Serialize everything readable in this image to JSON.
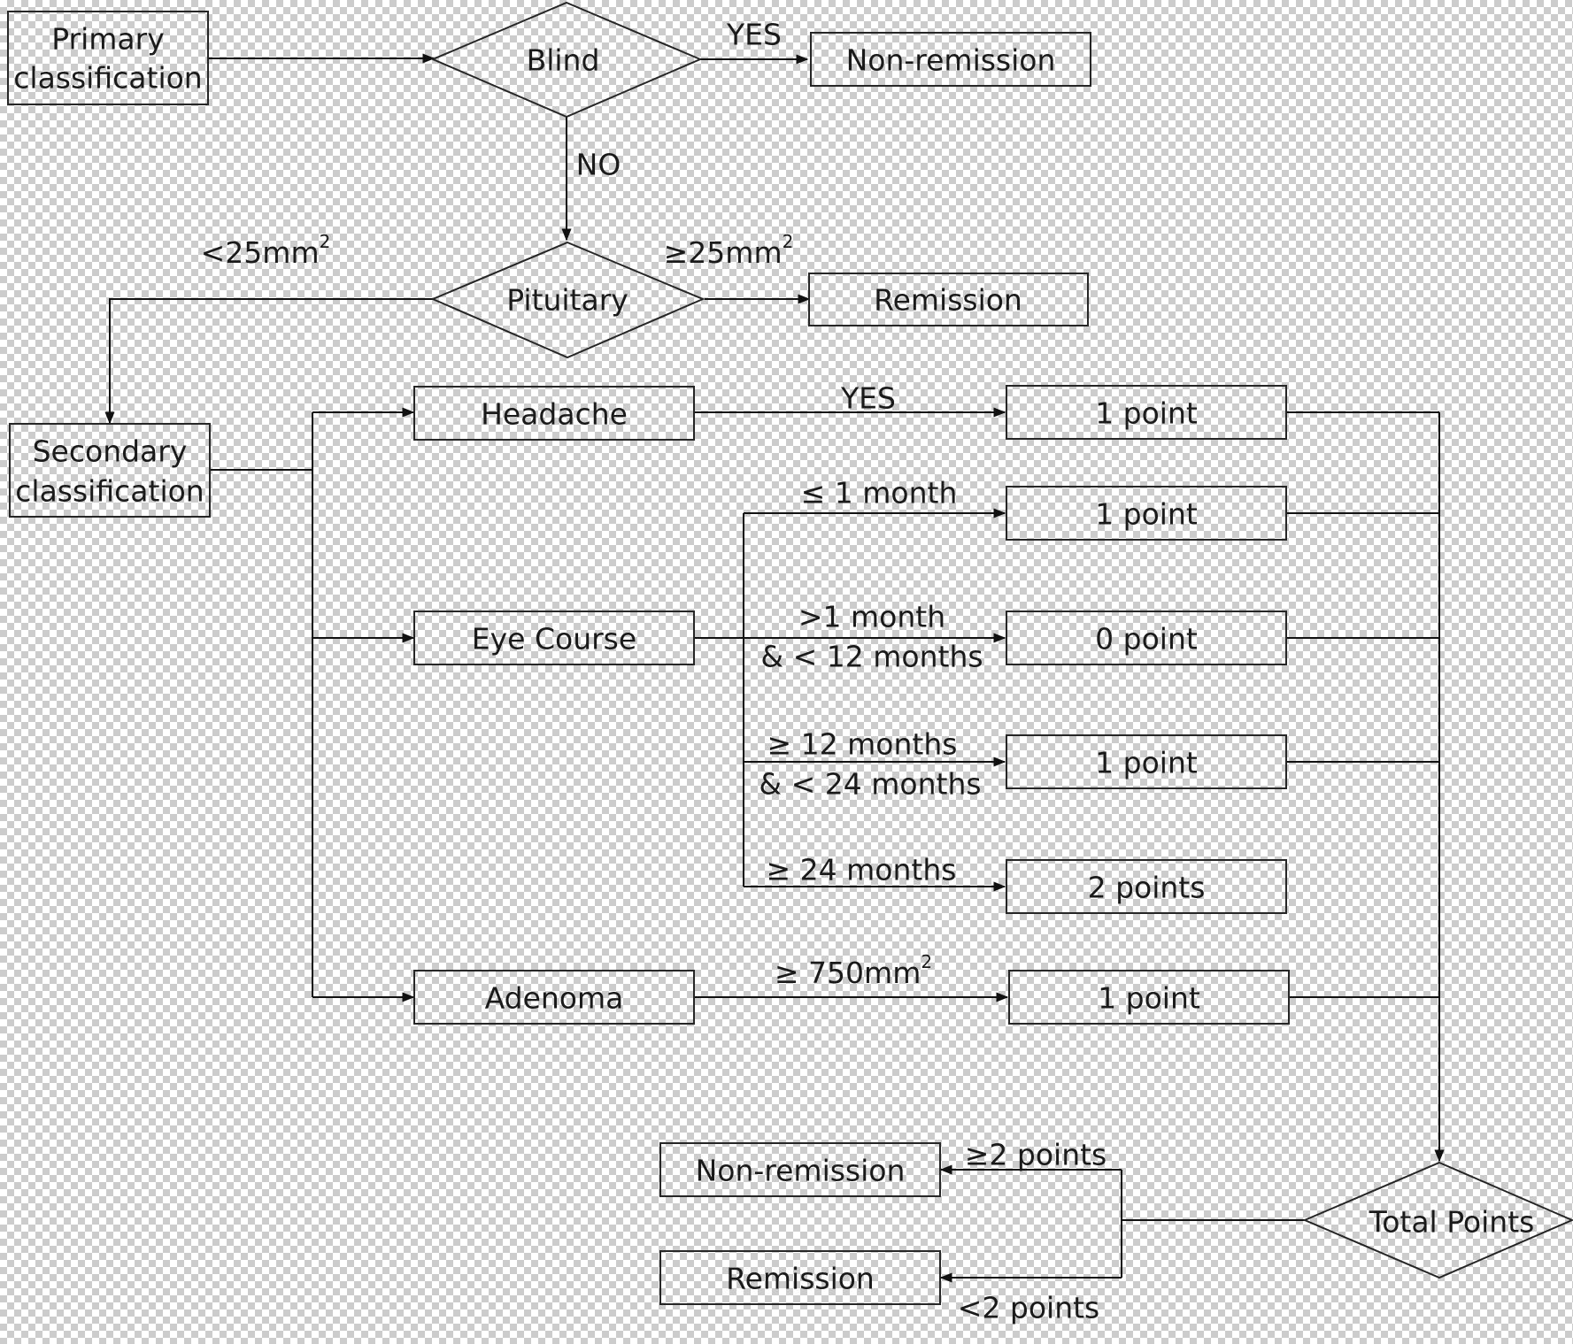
{
  "nodes": {
    "primary": {
      "line1": "Primary",
      "line2": "classification"
    },
    "blind": "Blind",
    "non_remission_top": "Non-remission",
    "pituitary": "Pituitary",
    "remission_top": "Remission",
    "secondary": {
      "line1": "Secondary",
      "line2": "classification"
    },
    "headache": "Headache",
    "eye_course": "Eye Course",
    "adenoma": "Adenoma",
    "headache_point": "1 point",
    "eye_point_1": "1 point",
    "eye_point_2": "0 point",
    "eye_point_3": "1 point",
    "eye_point_4": "2 points",
    "adenoma_point": "1 point",
    "total_points": "Total Points",
    "non_remission_bottom": "Non-remission",
    "remission_bottom": "Remission"
  },
  "edge_labels": {
    "blind_yes": "YES",
    "blind_no": "NO",
    "pit_less": {
      "base": "<25mm",
      "sup": "2"
    },
    "pit_greater": {
      "base": "≥25mm",
      "sup": "2"
    },
    "headache_yes": "YES",
    "eye_1": "≤ 1 month",
    "eye_2a": ">1 month",
    "eye_2b": "& < 12 months",
    "eye_3a": "≥ 12 months",
    "eye_3b": "& < 24 months",
    "eye_4": "≥ 24 months",
    "adenoma_cond": {
      "base": "≥ 750mm",
      "sup": "2"
    },
    "total_ge2": "≥2 points",
    "total_lt2": "<2 points"
  }
}
